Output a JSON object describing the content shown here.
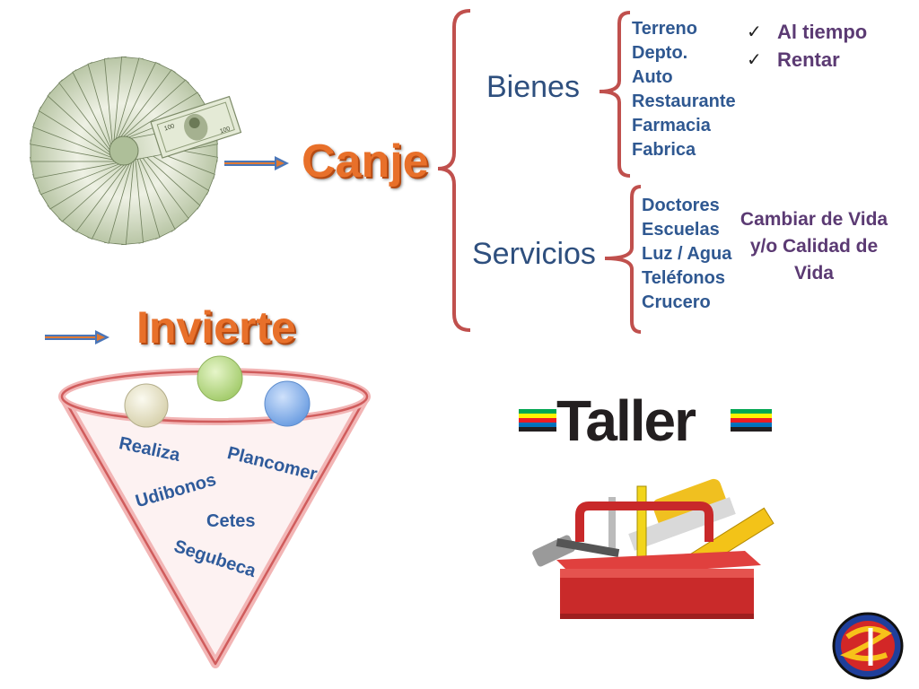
{
  "diagram": {
    "canje": "Canje",
    "invierte": "Invierte",
    "bienes": {
      "label": "Bienes",
      "items": [
        "Terreno",
        "Depto.",
        "Auto",
        "Restaurante",
        "Farmacia",
        "Fabrica"
      ],
      "checks": [
        "Al tiempo",
        "Rentar"
      ]
    },
    "servicios": {
      "label": "Servicios",
      "items": [
        "Doctores",
        "Escuelas",
        "Luz / Agua",
        "Teléfonos",
        "Crucero"
      ],
      "note": [
        "Cambiar de Vida",
        "y/o Calidad de",
        "Vida"
      ]
    },
    "funnel": {
      "words": [
        "Realiza",
        "Plancomer",
        "Udibonos",
        "Cetes",
        "Segubeca"
      ]
    },
    "taller": "Taller",
    "colors": {
      "orange": "#e8702a",
      "bracket": "#c0504d",
      "blue_text": "#2f5891",
      "purple_text": "#5b3a73",
      "arrow": "#4a76b8",
      "ball_cream": "#eeead0",
      "ball_green": "#c7e39a",
      "ball_blue": "#93b9ee"
    }
  }
}
